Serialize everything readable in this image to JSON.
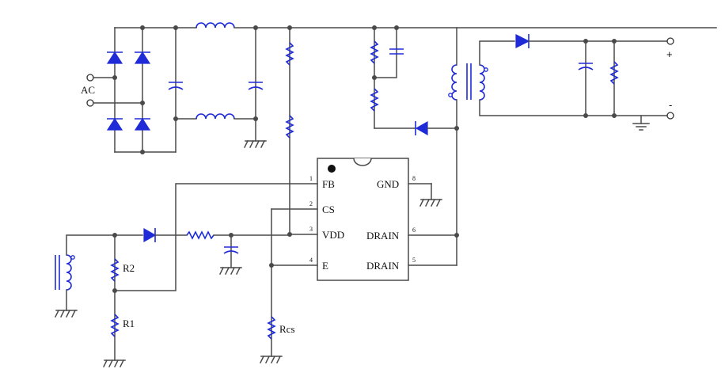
{
  "labels": {
    "ac": "AC",
    "plus": "+",
    "minus": "-",
    "r2": "R2",
    "r1": "R1",
    "rcs": "Rcs"
  },
  "ic": {
    "pins": [
      {
        "num": "1",
        "name": "FB"
      },
      {
        "num": "2",
        "name": "CS"
      },
      {
        "num": "3",
        "name": "VDD"
      },
      {
        "num": "4",
        "name": "E"
      },
      {
        "num": "8",
        "name": "GND"
      },
      {
        "num": "6",
        "name": "DRAIN"
      },
      {
        "num": "5",
        "name": "DRAIN"
      }
    ]
  }
}
